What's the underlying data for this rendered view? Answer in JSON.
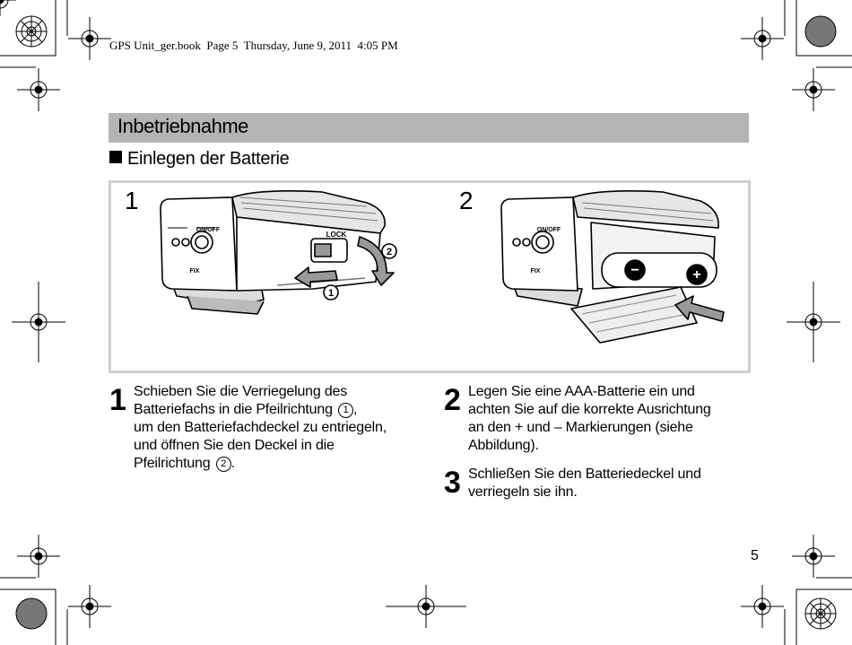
{
  "header": {
    "slug": "GPS Unit_ger.book  Page 5  Thursday, June 9, 2011  4:05 PM"
  },
  "section": {
    "title": "Inbetriebnahme"
  },
  "subsection": {
    "title": "Einlegen der Batterie"
  },
  "figure": {
    "panel1_number": "1",
    "panel2_number": "2",
    "lock_label": "LOCK",
    "onoff_label": "ON/OFF",
    "fix_label": "FIX",
    "callout_1": "1",
    "callout_2": "2",
    "minus_sign": "−",
    "plus_sign": "+"
  },
  "steps": [
    {
      "number": "1",
      "line1": "Schieben Sie die Verriegelung des",
      "line2": "Batteriefachs in die Pfeilrichtung",
      "circle1": "1",
      "line2_end": ",",
      "line3": "um den Batteriefachdeckel zu entriegeln,",
      "line4": "und öffnen Sie den Deckel in die",
      "line5": "Pfeilrichtung",
      "circle2": "2",
      "line5_end": "."
    },
    {
      "number": "2",
      "line1": "Legen Sie eine AAA-Batterie ein und",
      "line2": "achten Sie auf die korrekte Ausrichtung",
      "line3": "an den + und – Markierungen (siehe",
      "line4": "Abbildung)."
    },
    {
      "number": "3",
      "line1": "Schließen Sie den Batteriedeckel und",
      "line2": "verriegeln sie ihn."
    }
  ],
  "footer": {
    "page_number": "5"
  }
}
